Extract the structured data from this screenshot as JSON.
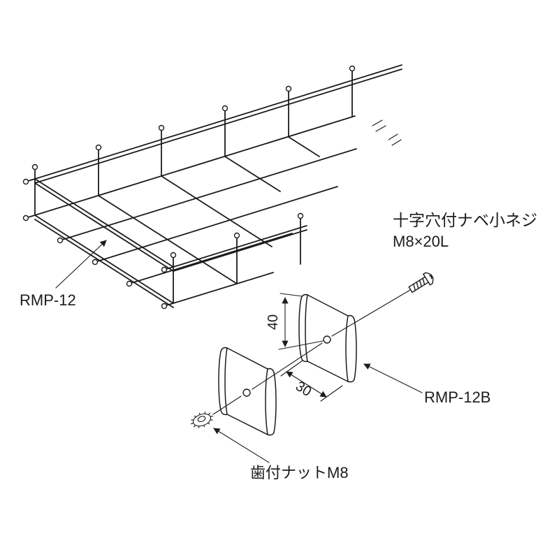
{
  "colors": {
    "line": "#1c1c1c",
    "background": "#ffffff"
  },
  "diagram": {
    "labels": {
      "tray": "RMP-12",
      "bracket": "RMP-12B",
      "screw_name": "十字穴付ナベ小ネジ",
      "screw_size": "M8×20L",
      "nut": "歯付ナットM8"
    },
    "dimensions": {
      "vertical": "40",
      "horizontal": "30"
    }
  }
}
